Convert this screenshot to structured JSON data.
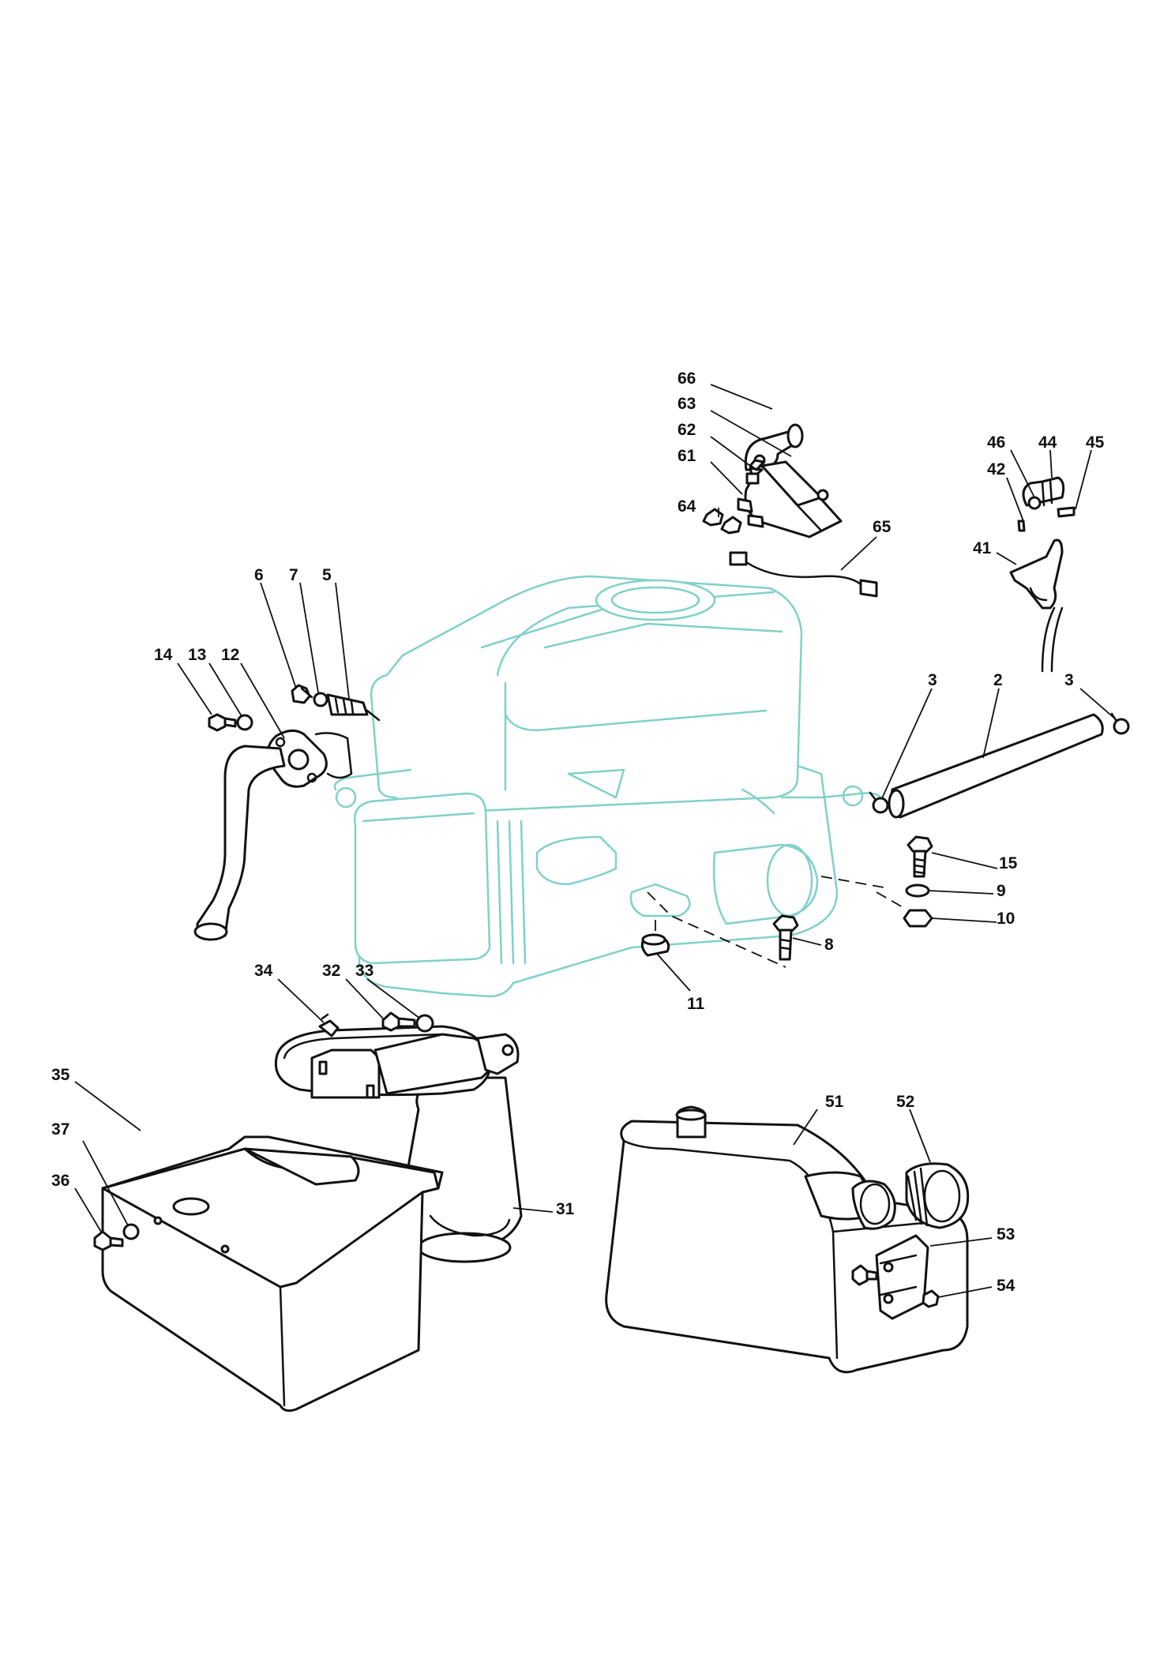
{
  "colors": {
    "line": "#111111",
    "engine_outline": "#7fd1c9",
    "background": "#ffffff"
  },
  "callouts": {
    "c66": "66",
    "c63": "63",
    "c62": "62",
    "c61": "61",
    "c64": "64",
    "c65": "65",
    "c46": "46",
    "c44": "44",
    "c45": "45",
    "c42": "42",
    "c41": "41",
    "c6": "6",
    "c7": "7",
    "c5": "5",
    "c14": "14",
    "c13": "13",
    "c12": "12",
    "c3a": "3",
    "c2": "2",
    "c3b": "3",
    "c15": "15",
    "c9": "9",
    "c10": "10",
    "c8": "8",
    "c11": "11",
    "c34": "34",
    "c32": "32",
    "c33": "33",
    "c35": "35",
    "c37": "37",
    "c36": "36",
    "c31": "31",
    "c51": "51",
    "c52": "52",
    "c53": "53",
    "c54": "54"
  }
}
